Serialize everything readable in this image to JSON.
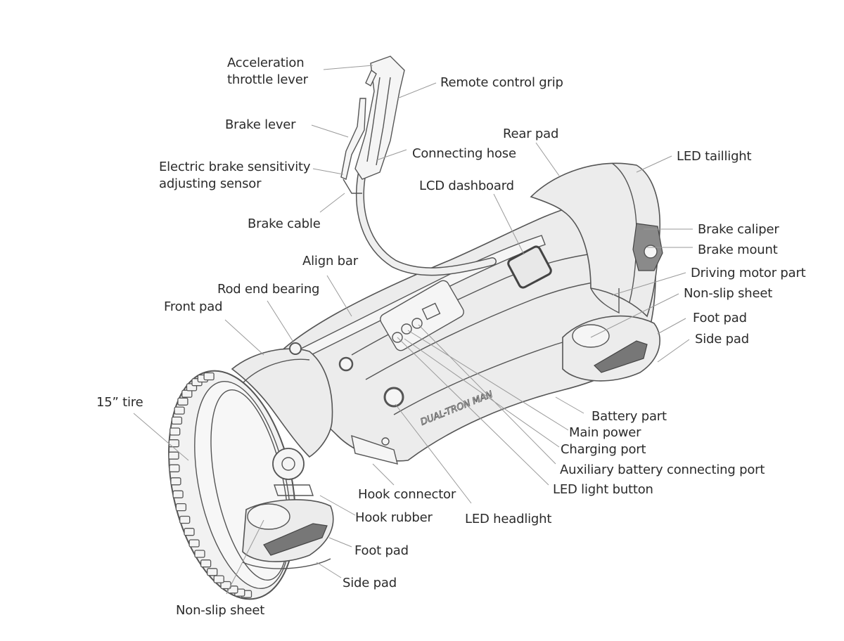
{
  "diagram": {
    "title": "Electric scooter parts diagram",
    "brand_mark": "DUAL-TRON MAN",
    "labels": [
      {
        "id": "acceleration-throttle-lever",
        "text": "Acceleration\nthrottle lever"
      },
      {
        "id": "remote-control-grip",
        "text": "Remote control grip"
      },
      {
        "id": "brake-lever",
        "text": "Brake lever"
      },
      {
        "id": "rear-pad",
        "text": "Rear pad"
      },
      {
        "id": "led-taillight",
        "text": "LED taillight"
      },
      {
        "id": "connecting-hose",
        "text": "Connecting hose"
      },
      {
        "id": "electric-brake-sensor",
        "text": "Electric brake sensitivity\nadjusting sensor"
      },
      {
        "id": "lcd-dashboard",
        "text": "LCD dashboard"
      },
      {
        "id": "brake-cable",
        "text": "Brake cable"
      },
      {
        "id": "brake-caliper",
        "text": "Brake caliper"
      },
      {
        "id": "brake-mount",
        "text": "Brake mount"
      },
      {
        "id": "align-bar",
        "text": "Align bar"
      },
      {
        "id": "driving-motor-part",
        "text": "Driving motor part"
      },
      {
        "id": "rod-end-bearing",
        "text": "Rod end bearing"
      },
      {
        "id": "non-slip-sheet-rear",
        "text": "Non-slip sheet"
      },
      {
        "id": "front-pad",
        "text": "Front pad"
      },
      {
        "id": "foot-pad-rear",
        "text": "Foot pad"
      },
      {
        "id": "side-pad-rear",
        "text": "Side pad"
      },
      {
        "id": "tire-15",
        "text": "15” tire"
      },
      {
        "id": "battery-part",
        "text": "Battery part"
      },
      {
        "id": "main-power",
        "text": "Main power"
      },
      {
        "id": "charging-port",
        "text": "Charging port"
      },
      {
        "id": "auxiliary-battery-port",
        "text": "Auxiliary battery connecting port"
      },
      {
        "id": "led-light-button",
        "text": "LED light button"
      },
      {
        "id": "hook-connector",
        "text": "Hook connector"
      },
      {
        "id": "hook-rubber",
        "text": "Hook rubber"
      },
      {
        "id": "led-headlight",
        "text": "LED headlight"
      },
      {
        "id": "foot-pad-front",
        "text": "Foot pad"
      },
      {
        "id": "side-pad-front",
        "text": "Side pad"
      },
      {
        "id": "non-slip-sheet-front",
        "text": "Non-slip sheet"
      }
    ]
  }
}
